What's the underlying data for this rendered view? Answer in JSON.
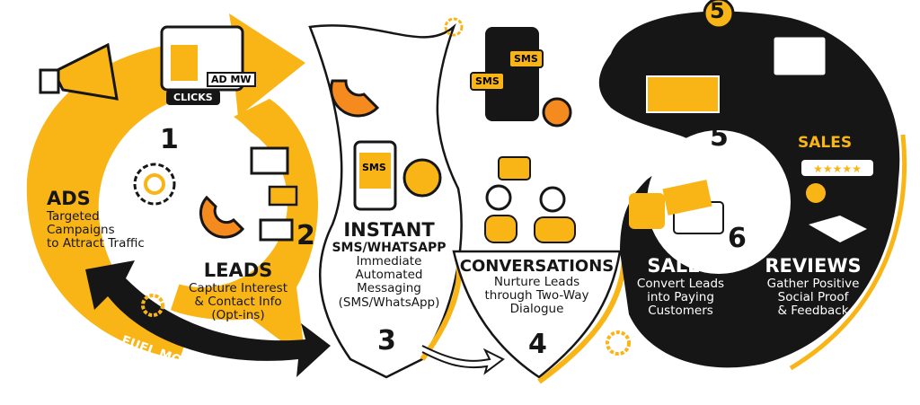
{
  "colors": {
    "accent": "#F9B516",
    "dark": "#161616",
    "light": "#FFFFFF"
  },
  "stages": [
    {
      "number": "1",
      "title": "ADS",
      "desc": [
        "Targeted",
        "Campaigns",
        "to Attract Traffic"
      ],
      "icons": [
        "megaphone-icon",
        "ad-browser-icon",
        "cursor-icon",
        "gear-icon"
      ],
      "badges": {
        "ad": "AD MW",
        "clicks": "CLICKS"
      }
    },
    {
      "number": "2",
      "title": "LEADS",
      "desc": [
        "Capture Interest",
        "& Contact Info",
        "(Opt-ins)"
      ],
      "icons": [
        "magnet-icon",
        "user-icon",
        "form-icon",
        "envelope-icon"
      ]
    },
    {
      "number": "3",
      "title": "INSTANT",
      "subtitle": "SMS/WHATSAPP",
      "desc": [
        "Immediate",
        "Automated",
        "Messaging",
        "(SMS/WhatsApp)"
      ],
      "icons": [
        "phone-icon",
        "whatsapp-icon"
      ],
      "badges": {
        "sms": "SMS"
      }
    },
    {
      "number": "4",
      "title": "CONVERSATIONS",
      "desc": [
        "Nurture Leads",
        "through Two-Way",
        "Dialogue"
      ],
      "icons": [
        "people-talking-icon",
        "chat-icon",
        "headset-icon"
      ],
      "badges": {
        "sms1": "SMS",
        "sms2": "SMS"
      }
    },
    {
      "number": "5",
      "title": "SALES",
      "desc": [
        "Convert Leads",
        "into Paying",
        "Customers"
      ],
      "icons": [
        "cash-register-icon",
        "cart-icon",
        "credit-card-icon",
        "thumbs-up-icon"
      ]
    },
    {
      "number": "6",
      "title": "REVIEWS",
      "desc": [
        "Gather Positive",
        "Social Proof",
        "& Feedback"
      ],
      "icons": [
        "stars-icon",
        "smiley-icon",
        "handshake-icon"
      ],
      "badge": "SALES"
    }
  ],
  "loop_arrow": "FUEL MORE LEADS",
  "badge_5": "5"
}
